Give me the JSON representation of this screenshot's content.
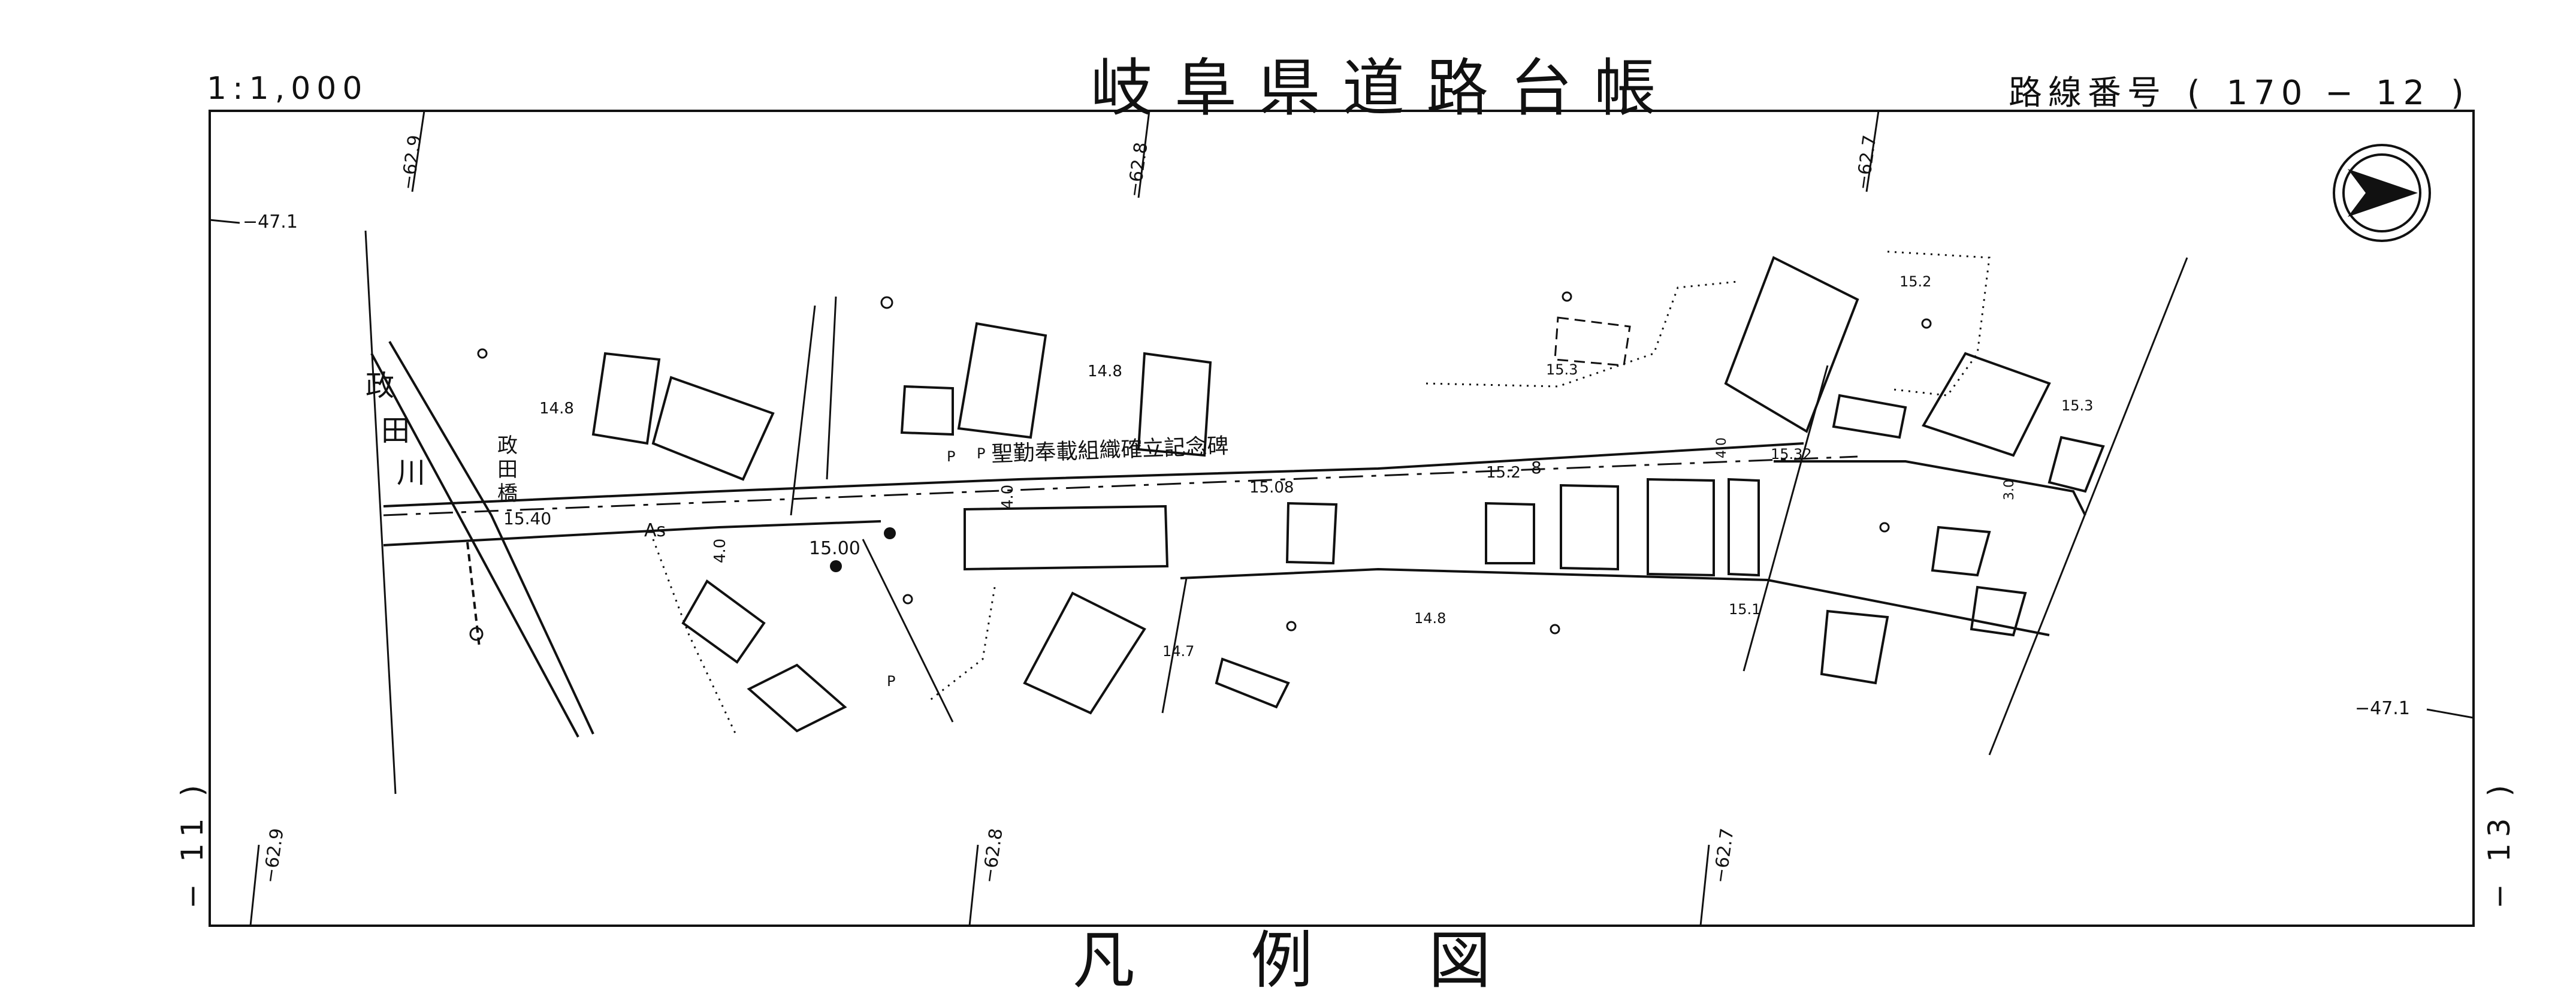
{
  "header": {
    "scale": "1:1,000",
    "title": "岐阜県道路台帳",
    "route_label": "路線番号",
    "route_open": "(",
    "route_number": "170 − 12",
    "route_close": ")"
  },
  "sheet_edges": {
    "left": "− 11 )",
    "right": "− 13 )"
  },
  "bottom_title_partial": "凡 例 図",
  "grid_labels": {
    "top_1": "−62.9",
    "top_2": "−62.8",
    "top_3": "−62.7",
    "bottom_1": "−62.9",
    "bottom_2": "−62.8",
    "bottom_3": "−62.7",
    "left_y": "−47.1",
    "right_y": "−47.1"
  },
  "map_labels": {
    "river_name": "政田川",
    "bridge_name": "政田橋",
    "monument": "聖勤奉載組織確立記念碑",
    "pavement": "As",
    "elev_1": "14.8",
    "elev_2": "15.40",
    "elev_3": "15.00",
    "elev_4": "14.8",
    "elev_5": "15.08",
    "elev_6": "15.2",
    "elev_7": "15.32",
    "elev_8": "15.3",
    "elev_9": "15.2",
    "elev_10": "15.3",
    "elev_11": "15.1",
    "elev_12": "14.7",
    "elev_13": "14.8",
    "width_1": "4.0",
    "width_2": "4.0",
    "width_3": "8",
    "width_4": "4.0",
    "width_5": "3.0",
    "parking_1": "P",
    "parking_2": "P",
    "parking_3": "P"
  },
  "colors": {
    "ink": "#111111",
    "paper": "#ffffff"
  },
  "icons": [
    "north-arrow-icon"
  ]
}
